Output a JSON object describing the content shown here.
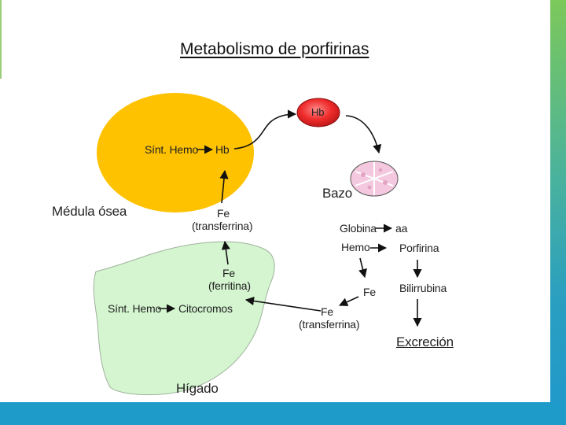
{
  "title": "Metabolismo de porfirinas",
  "marrow": {
    "region_label": "Médula ósea",
    "synthesis": "Sínt. Hemo",
    "product": "Hb",
    "fe_label": "Fe",
    "fe_carrier": "(transferrina)"
  },
  "circulating_cell": {
    "label": "Hb"
  },
  "spleen": {
    "label": "Bazo",
    "globina": "Globina",
    "aa": "aa",
    "hemo": "Hemo",
    "porfirina": "Porfirina",
    "fe": "Fe",
    "bilirrubina": "Bilirrubina",
    "excrecion": "Excreción",
    "fe_transfer_label": "Fe",
    "fe_transfer_carrier": "(transferrina)"
  },
  "liver": {
    "region_label": "Hígado",
    "synthesis": "Sínt. Hemo",
    "product": "Citocromos",
    "fe_label": "Fe",
    "fe_carrier": "(ferritina)"
  },
  "colors": {
    "marrow": "#ffc200",
    "liver": "#d4f5d0",
    "rbc": "#ee2b2b",
    "spleen": "#f4c9df",
    "accent_bar": "#1e9bc9"
  }
}
